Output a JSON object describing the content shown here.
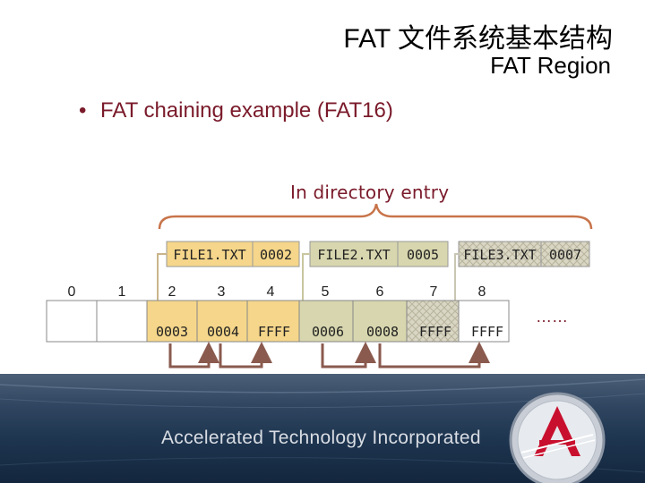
{
  "slide": {
    "title": "FAT 文件系统基本结构",
    "subtitle": "FAT Region",
    "bullet": "•",
    "bullet_text": "FAT chaining example (FAT16)"
  },
  "diagram": {
    "directory_label": "In directory entry",
    "directory_entries": [
      {
        "name": "FILE1.TXT",
        "cluster": "0002"
      },
      {
        "name": "FILE2.TXT",
        "cluster": "0005"
      },
      {
        "name": "FILE3.TXT",
        "cluster": "0007"
      }
    ],
    "fat_indices": [
      "0",
      "1",
      "2",
      "3",
      "4",
      "5",
      "6",
      "7",
      "8"
    ],
    "fat_values": [
      "",
      "",
      "0003",
      "0004",
      "FFFF",
      "0006",
      "0008",
      "FFFF",
      "FFFF"
    ],
    "ellipsis": "……",
    "colors": {
      "file1": "#f5d68a",
      "file2": "#d7d6ae",
      "file3": "#d9d6c4",
      "arrow": "#8a5a4e",
      "brace": "#c8744a",
      "text_red": "#7a1a2a"
    }
  },
  "footer": {
    "company": "Accelerated Technology Incorporated",
    "logo_icon": "accelerated-technology-logo"
  }
}
